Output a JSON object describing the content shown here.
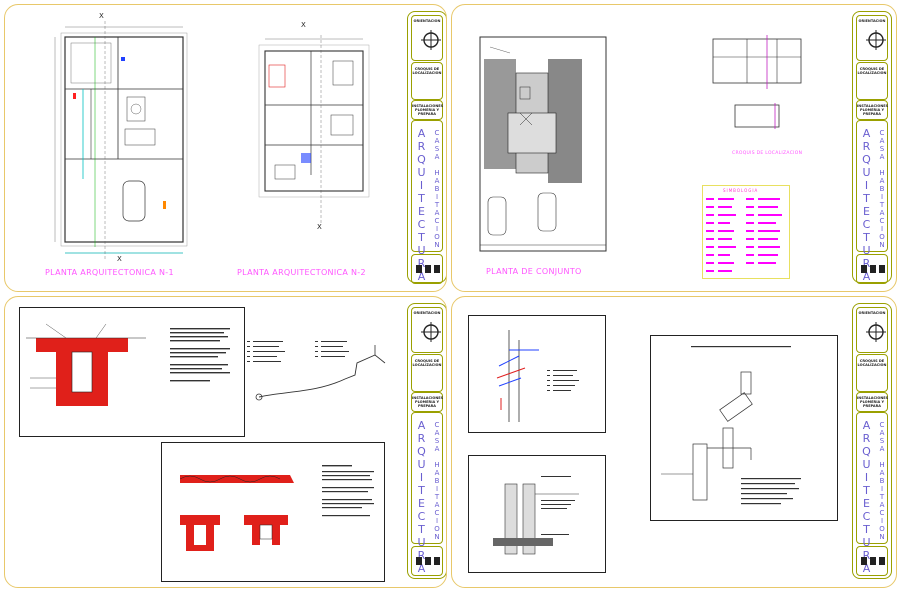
{
  "sheets": [
    {
      "id": "sheet-plantas",
      "captions": {
        "planta1": "PLANTA ARQUITECTONICA N-1",
        "planta2": "PLANTA ARQUITECTONICA N-2"
      },
      "axis_labels": {
        "top1": "X",
        "bottom1": "X",
        "top2": "X",
        "bottom2": "X"
      }
    },
    {
      "id": "sheet-conjunto",
      "captions": {
        "conjunto": "PLANTA DE CONJUNTO",
        "croquis": "CROQUIS DE LOCALIZACION",
        "simbologia": "SIMBOLOGIA"
      }
    },
    {
      "id": "sheet-detalles-1"
    },
    {
      "id": "sheet-detalles-2"
    }
  ],
  "titleblock": {
    "orientacion": "ORIENTACION",
    "croquis": "CROQUIS DE LOCALIZACION",
    "proyecto": "INSTALACIONES PLOMERIA Y PREPARA",
    "vertical_main": "ARQUITECTURA",
    "vertical_sub": "CASA HABITACION"
  },
  "colors": {
    "border": "#e8c86a",
    "titleblock": "#9aa000",
    "caption": "#ff55ff",
    "vertical_text": "#6a5fd0",
    "wall_red": "#e0201a",
    "legend_magenta": "#ff00ff"
  }
}
